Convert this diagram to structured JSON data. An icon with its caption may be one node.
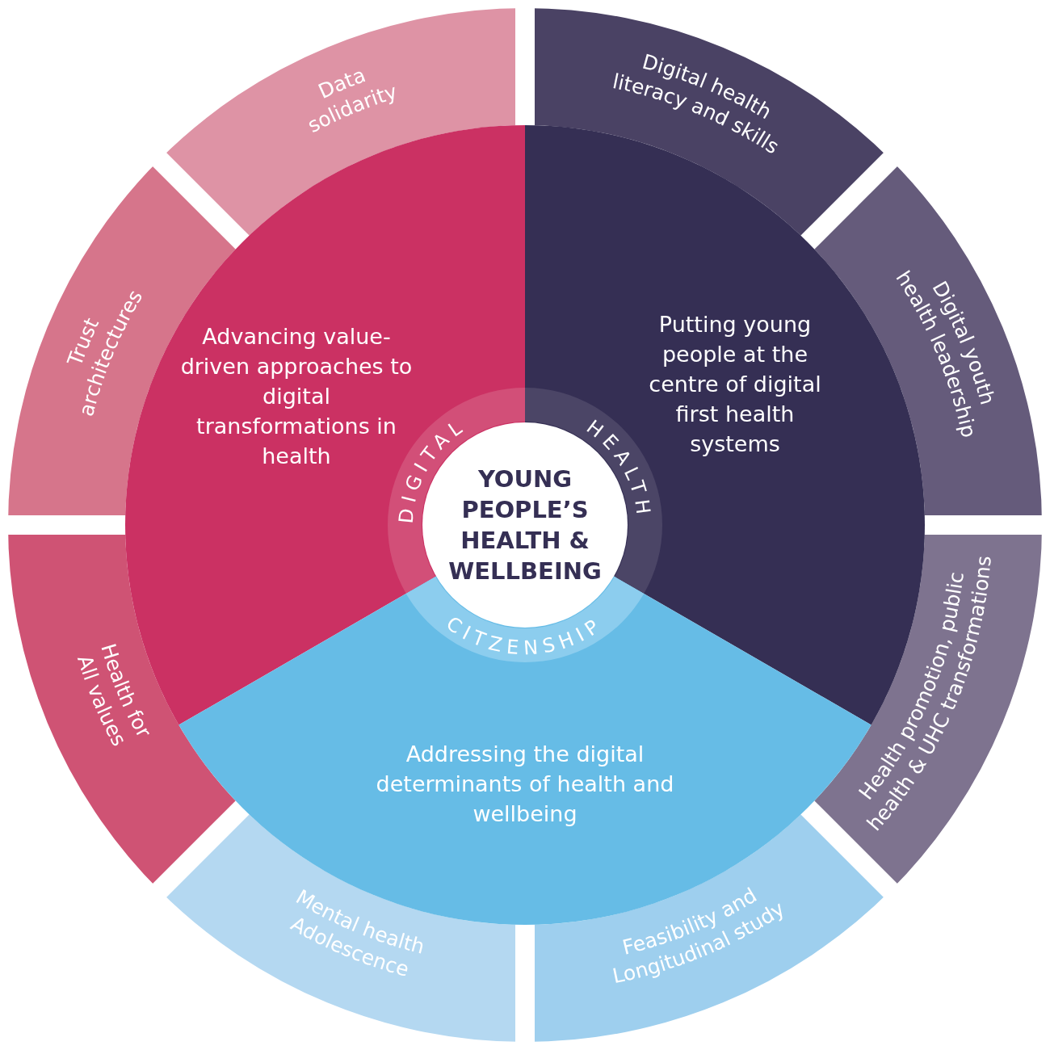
{
  "diagram": {
    "nodes": [
      {
        "text": [
          "Data solidarity"
        ]
      },
      {
        "text": [
          "Digital health literacy and skills"
        ]
      },
      {
        "text": [
          "Trust architectures"
        ]
      },
      {
        "text": [
          "Advancing value-driven approaches to digital transformations in health"
        ]
      },
      {
        "text": [
          "DIGITAL"
        ],
        "in": 3
      },
      {
        "text": [
          "Putting young people at the centre of digital first health systems"
        ]
      },
      {
        "text": [
          "HEALTH"
        ],
        "in": 5
      },
      {
        "text": [
          "YOUNG PEOPLE’S HEALTH & WELLBEING"
        ]
      },
      {
        "text": [
          "Digital youth health leadership"
        ]
      },
      {
        "text": [
          "Health for All values"
        ]
      },
      {
        "text": [
          "Health promotion, public health & UHC transformations"
        ]
      },
      {
        "text": [
          "Addressing the digital determinants of health and wellbeing"
        ]
      },
      {
        "text": [
          "CITZENSHIP"
        ],
        "in": 11
      },
      {
        "text": [
          "Mental health Adolescence"
        ]
      },
      {
        "text": [
          "Feasibility and Longitudinal study"
        ]
      }
    ]
  }
}
